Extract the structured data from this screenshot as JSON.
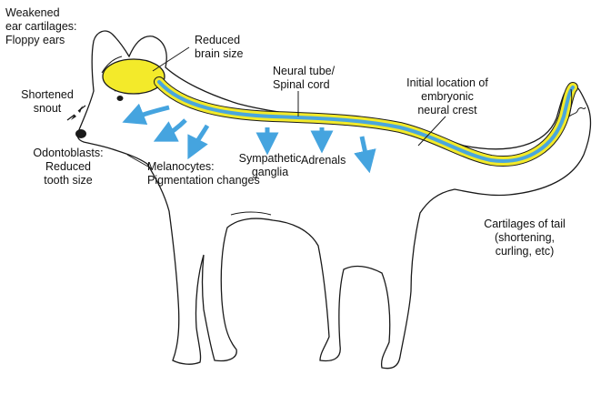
{
  "colors": {
    "outline": "#1a1a1a",
    "neural_crest": "#f3ea2a",
    "neural_tube": "#4aa6dd",
    "migration_arrow": "#45a4df",
    "brain": "#f3ea2a"
  },
  "labels": {
    "ear": [
      "Weakened",
      "ear cartilages:",
      "Floppy ears"
    ],
    "brain": [
      "Reduced",
      "brain size"
    ],
    "snout": [
      "Shortened",
      "snout"
    ],
    "neural_tube": [
      "Neural tube/",
      "Spinal cord"
    ],
    "neural_crest": [
      "Initial location of",
      "embryonic",
      "neural crest"
    ],
    "odontoblasts": [
      "Odontoblasts:",
      "Reduced",
      "tooth size"
    ],
    "melanocytes": [
      "Melanocytes:",
      "Pigmentation changes"
    ],
    "sympathetic": [
      "Sympathetic",
      "ganglia"
    ],
    "adrenals": [
      "Adrenals"
    ],
    "tail": [
      "Cartilages of tail",
      "(shortening,",
      "curling, etc)"
    ]
  }
}
